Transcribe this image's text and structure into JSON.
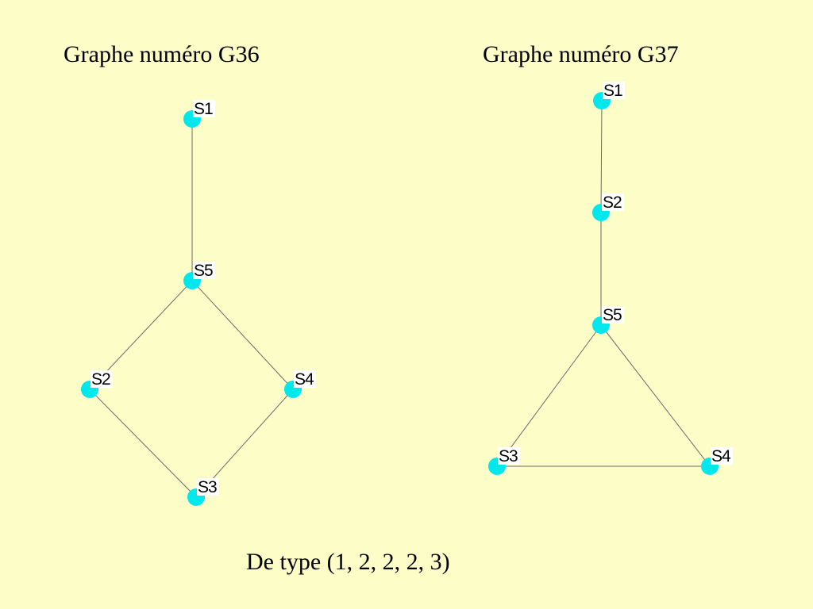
{
  "colors": {
    "background": "#fdfdc8",
    "node": "#00e8ee",
    "edge": "#6b6b6b"
  },
  "graph_left": {
    "title": "Graphe numéro G36",
    "nodes": [
      {
        "id": "S1",
        "label": "S1"
      },
      {
        "id": "S5",
        "label": "S5"
      },
      {
        "id": "S2",
        "label": "S2"
      },
      {
        "id": "S4",
        "label": "S4"
      },
      {
        "id": "S3",
        "label": "S3"
      }
    ],
    "edges": [
      [
        "S1",
        "S5"
      ],
      [
        "S5",
        "S2"
      ],
      [
        "S5",
        "S4"
      ],
      [
        "S2",
        "S3"
      ],
      [
        "S4",
        "S3"
      ]
    ]
  },
  "graph_right": {
    "title": "Graphe numéro G37",
    "nodes": [
      {
        "id": "S1",
        "label": "S1"
      },
      {
        "id": "S2",
        "label": "S2"
      },
      {
        "id": "S5",
        "label": "S5"
      },
      {
        "id": "S3",
        "label": "S3"
      },
      {
        "id": "S4",
        "label": "S4"
      }
    ],
    "edges": [
      [
        "S1",
        "S2"
      ],
      [
        "S2",
        "S5"
      ],
      [
        "S5",
        "S3"
      ],
      [
        "S5",
        "S4"
      ],
      [
        "S3",
        "S4"
      ]
    ]
  },
  "caption": "De type (1, 2, 2, 2, 3)"
}
